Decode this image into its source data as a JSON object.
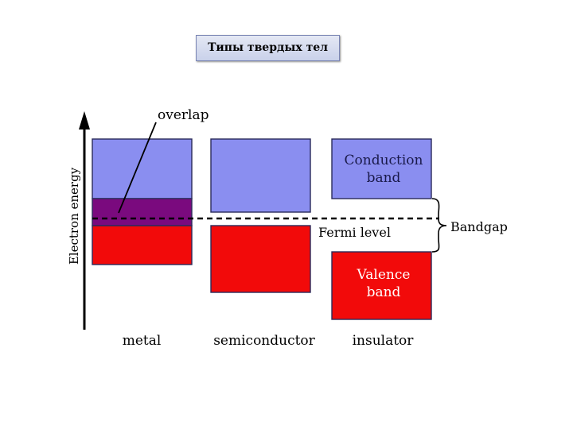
{
  "title": "Типы твердых тел",
  "diagram": {
    "y_axis_label": "Electron energy",
    "overlap_label": "overlap",
    "fermi_label": "Fermi level",
    "bandgap_label": "Bandgap",
    "conduction_label": [
      "Conduction",
      "band"
    ],
    "valence_label": [
      "Valence",
      "band"
    ],
    "categories": [
      "metal",
      "semiconductor",
      "insulator"
    ],
    "colors": {
      "conduction": "#8a8ef0",
      "valence": "#f20a0a",
      "overlap": "#7a0a7e",
      "band_border": "#2a2a5a",
      "axis": "#000000",
      "valence_text": "#ffffff",
      "conduction_text": "#1a1a4a"
    }
  }
}
